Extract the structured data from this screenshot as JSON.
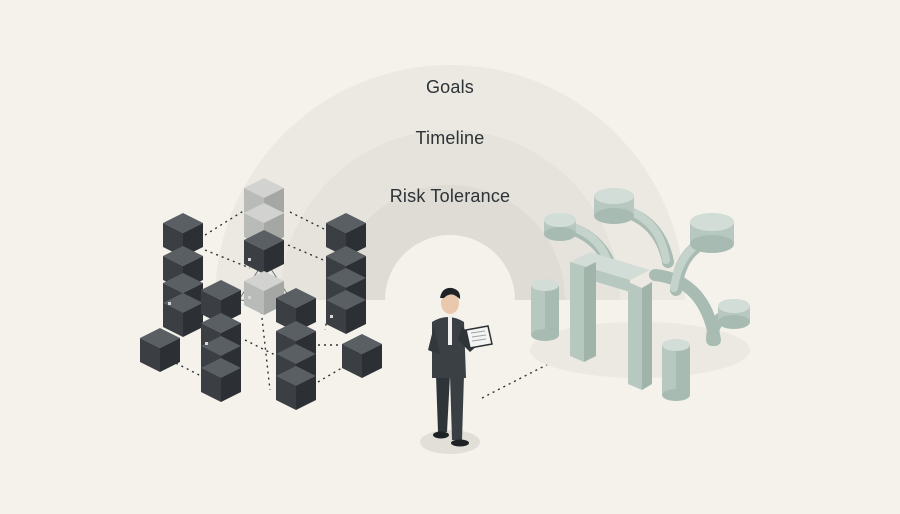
{
  "diagram": {
    "arc_labels": {
      "outer": "Goals",
      "middle": "Timeline",
      "inner": "Risk Tolerance"
    },
    "colors": {
      "background": "#f5f2ec",
      "arc_outer": "#ece9e2",
      "arc_middle": "#e4e2da",
      "arc_inner": "#dcdbd2",
      "block_dark": "#3e4246",
      "block_light": "#b9bbb8",
      "pipe_green": "#b7c8c0",
      "suit": "#363b40"
    },
    "icons": {
      "left_cluster": "server-cubes",
      "right_cluster": "branching-pipes",
      "center_figure": "person-with-tablet"
    }
  }
}
